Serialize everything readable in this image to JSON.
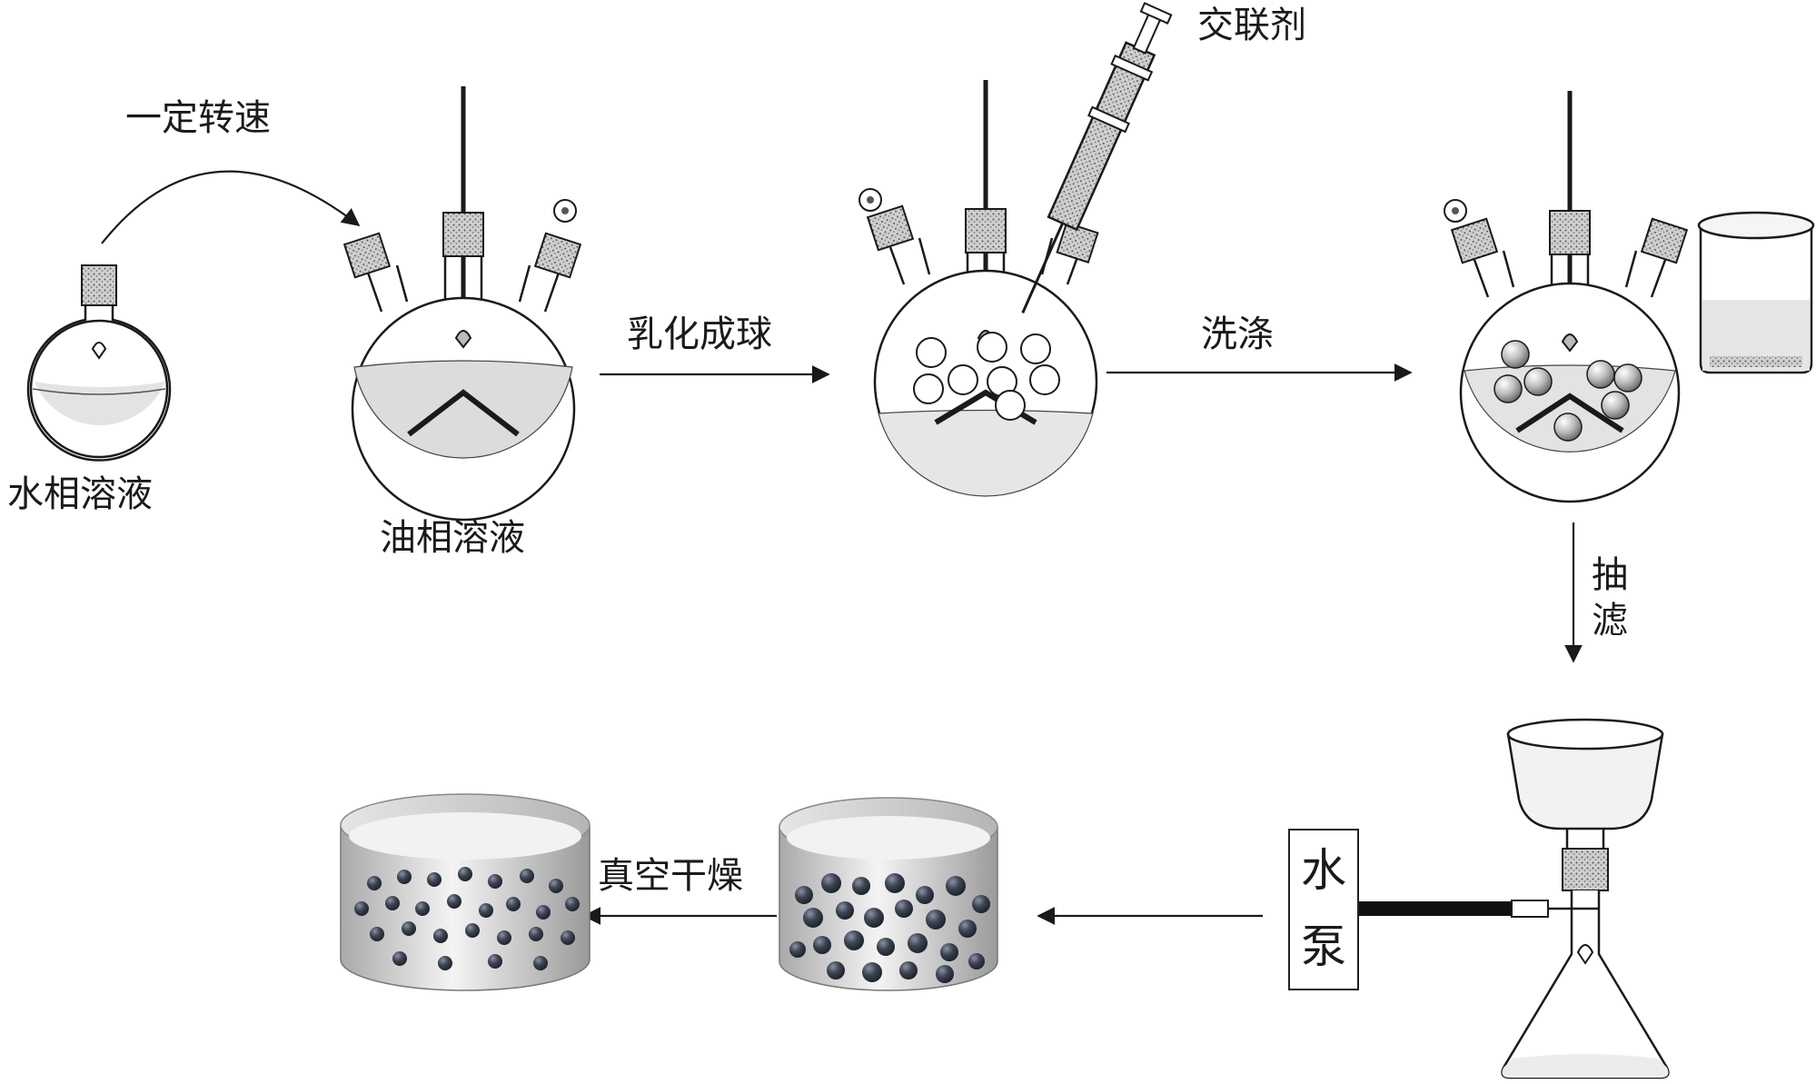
{
  "labels": {
    "aqueous": "水相溶液",
    "speed": "一定转速",
    "oil": "油相溶液",
    "emulsify": "乳化成球",
    "crosslinker": "交联剂",
    "wash": "洗涤",
    "filter_1": "抽",
    "filter_2": "滤",
    "pump_1": "水",
    "pump_2": "泵",
    "dry": "真空干燥"
  },
  "colors": {
    "line": "#1a1a1a",
    "liquid": "#d9d9d9",
    "sphere": "#3d4452",
    "stopper": "#8a8a8a"
  }
}
